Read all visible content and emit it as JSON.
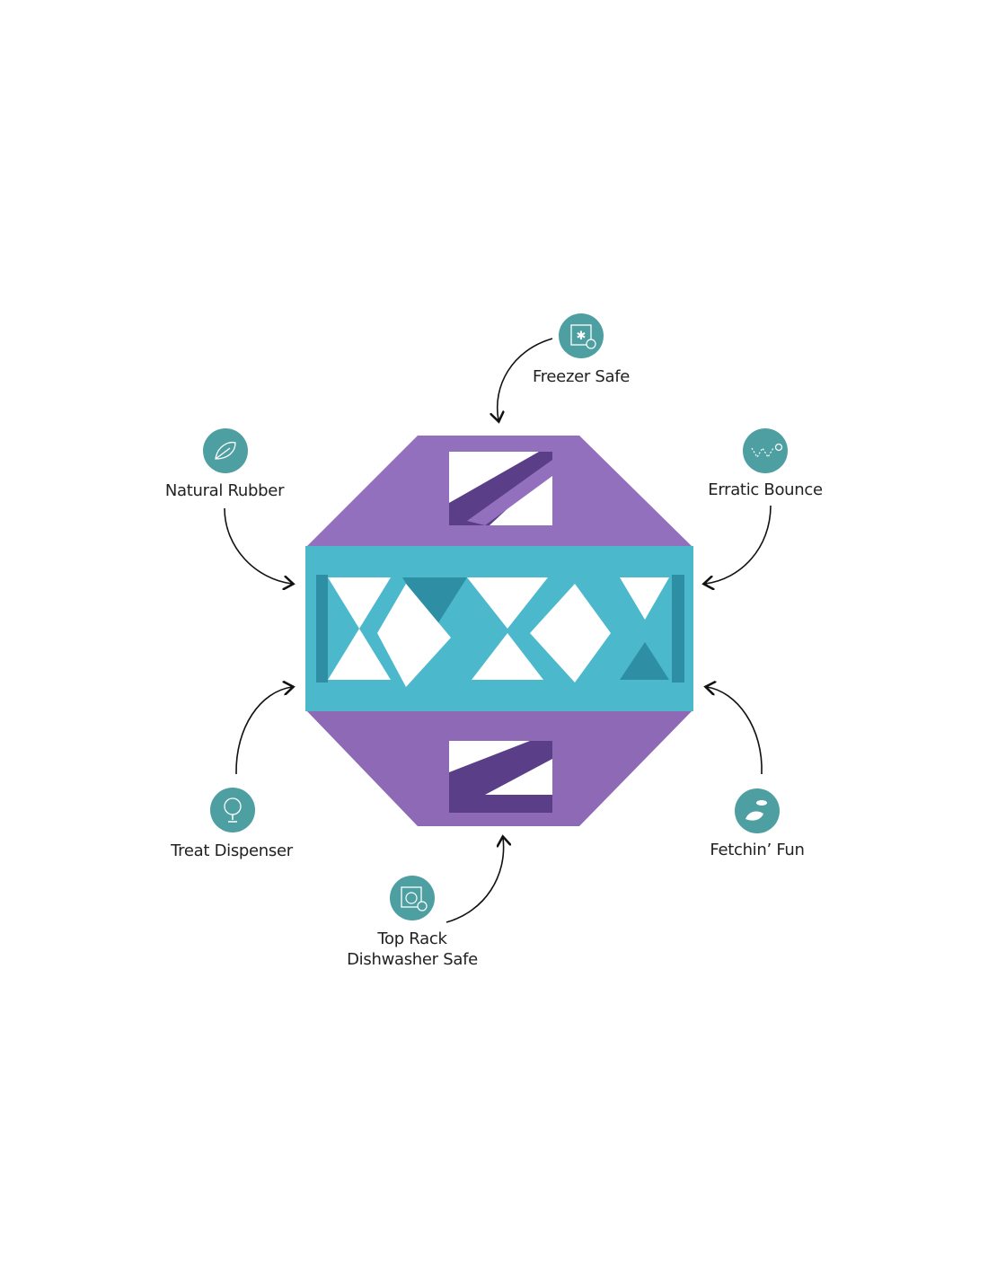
{
  "colors": {
    "icon_bg": "#4e9fa1",
    "purple": "#9370be",
    "cyan": "#4cb8cb",
    "arrow": "#111111"
  },
  "product": {
    "name": "toy-ball-octagon"
  },
  "features": [
    {
      "label": "Freezer Safe",
      "icon": "freezer-icon"
    },
    {
      "label": "Natural Rubber",
      "icon": "leaf-icon"
    },
    {
      "label": "Erratic Bounce",
      "icon": "bounce-icon"
    },
    {
      "label": "Treat Dispenser",
      "icon": "treat-icon"
    },
    {
      "label": "Fetchin’ Fun",
      "icon": "fetch-icon"
    },
    {
      "label_line1": "Top Rack",
      "label_line2": "Dishwasher Safe",
      "icon": "dishwasher-icon"
    }
  ]
}
